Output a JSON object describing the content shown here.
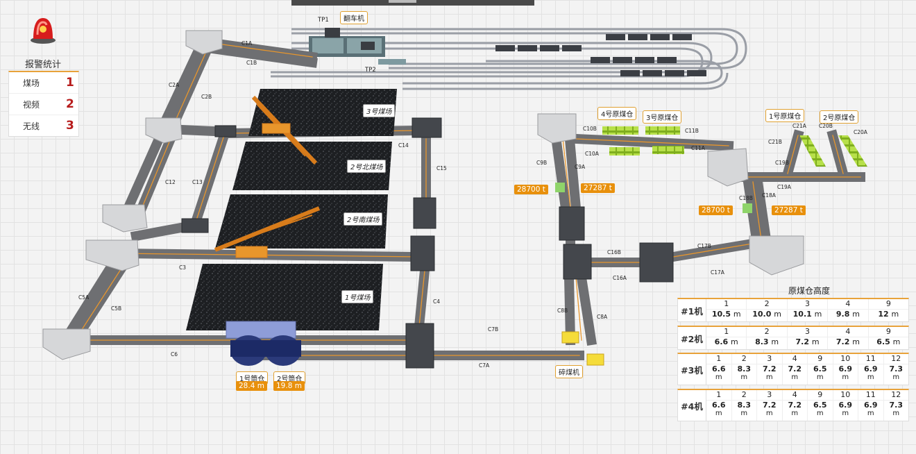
{
  "alarm": {
    "title": "报警统计",
    "icon": "alarm-light-icon",
    "items": [
      {
        "label": "煤场",
        "count": "1"
      },
      {
        "label": "视频",
        "count": "2"
      },
      {
        "label": "无线",
        "count": "3"
      }
    ]
  },
  "map": {
    "rail": {
      "dumper": "翻车机",
      "tp1": "TP1",
      "tp2": "TP2"
    },
    "yards": [
      "3号煤场",
      "2号北煤场",
      "2号南煤场",
      "1号煤场"
    ],
    "silos": [
      {
        "name": "1号筒仓",
        "value": "28.4 m"
      },
      {
        "name": "2号筒仓",
        "value": "19.8 m"
      }
    ],
    "crusher": "碎煤机",
    "bunkers": [
      "4号原煤仓",
      "3号原煤仓",
      "1号原煤仓",
      "2号原煤仓"
    ],
    "tonnage": [
      "28700 t",
      "27287 t",
      "28700 t",
      "27287 t"
    ],
    "conveyors": [
      "C1A",
      "C1B",
      "C2A",
      "C2B",
      "C12",
      "C13",
      "C3",
      "C5A",
      "C5B",
      "C6",
      "C14",
      "C15",
      "C4",
      "C7B",
      "C7A",
      "C8B",
      "C8A",
      "C9B",
      "C9A",
      "C10B",
      "C10A",
      "C11B",
      "C11A",
      "C16B",
      "C16A",
      "C17B",
      "C17A",
      "C18B",
      "C18A",
      "C19B",
      "C19A",
      "C21B",
      "C21A",
      "C20B",
      "C20A"
    ]
  },
  "heights": {
    "title": "原煤仓高度",
    "machines": [
      {
        "name": "#1机",
        "cells": [
          {
            "no": "1",
            "val": "10.5",
            "unit": "m"
          },
          {
            "no": "2",
            "val": "10.0",
            "unit": "m"
          },
          {
            "no": "3",
            "val": "10.1",
            "unit": "m"
          },
          {
            "no": "4",
            "val": "9.8",
            "unit": "m"
          },
          {
            "no": "9",
            "val": "12",
            "unit": "m"
          }
        ]
      },
      {
        "name": "#2机",
        "cells": [
          {
            "no": "1",
            "val": "6.6",
            "unit": "m"
          },
          {
            "no": "2",
            "val": "8.3",
            "unit": "m"
          },
          {
            "no": "3",
            "val": "7.2",
            "unit": "m"
          },
          {
            "no": "4",
            "val": "7.2",
            "unit": "m"
          },
          {
            "no": "9",
            "val": "6.5",
            "unit": "m"
          }
        ]
      },
      {
        "name": "#3机",
        "cells": [
          {
            "no": "1",
            "val": "6.6",
            "unit": "m"
          },
          {
            "no": "2",
            "val": "8.3",
            "unit": "m"
          },
          {
            "no": "3",
            "val": "7.2",
            "unit": "m"
          },
          {
            "no": "4",
            "val": "7.2",
            "unit": "m"
          },
          {
            "no": "9",
            "val": "6.5",
            "unit": "m"
          },
          {
            "no": "10",
            "val": "6.9",
            "unit": "m"
          },
          {
            "no": "11",
            "val": "6.9",
            "unit": "m"
          },
          {
            "no": "12",
            "val": "7.3",
            "unit": "m"
          }
        ]
      },
      {
        "name": "#4机",
        "cells": [
          {
            "no": "1",
            "val": "6.6",
            "unit": "m"
          },
          {
            "no": "2",
            "val": "8.3",
            "unit": "m"
          },
          {
            "no": "3",
            "val": "7.2",
            "unit": "m"
          },
          {
            "no": "4",
            "val": "7.2",
            "unit": "m"
          },
          {
            "no": "9",
            "val": "6.5",
            "unit": "m"
          },
          {
            "no": "10",
            "val": "6.9",
            "unit": "m"
          },
          {
            "no": "11",
            "val": "6.9",
            "unit": "m"
          },
          {
            "no": "12",
            "val": "7.3",
            "unit": "m"
          }
        ]
      }
    ]
  }
}
